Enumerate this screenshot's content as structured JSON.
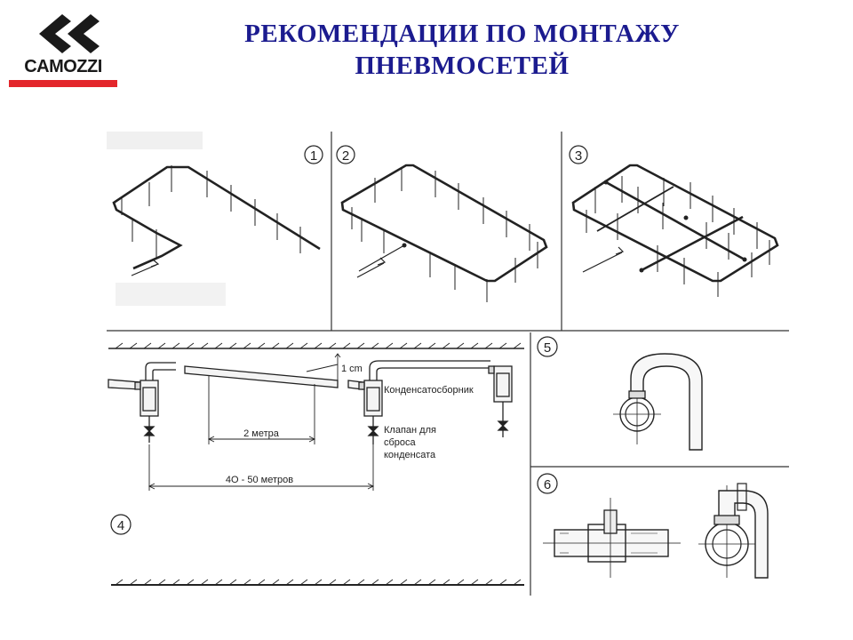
{
  "brand": {
    "name": "CAMOZZI",
    "logo_icon": "camozzi-double-c-logo",
    "brand_color": "#1a1a1a",
    "accent_color": "#e3262b"
  },
  "title": {
    "line1": "РЕКОМЕНДАЦИИ ПО МОНТАЖУ",
    "line2": "ПНЕВМОСЕТЕЙ",
    "color": "#1b1b8f"
  },
  "panels": {
    "p1_label": "1",
    "p2_label": "2",
    "p3_label": "3",
    "p4_label": "4",
    "p5_label": "5",
    "p6_label": "6"
  },
  "panel4": {
    "slope_label": "1 cm",
    "collector_label": "Конденсатосборник",
    "valve_label_line1": "Клапан для",
    "valve_label_line2": "сброса",
    "valve_label_line3": "конденсата",
    "dim_short_label": "2 метра",
    "dim_long_label": "4О - 50 метров"
  },
  "colors": {
    "line": "#222222",
    "pipe_fill": "#f4f4f4"
  }
}
